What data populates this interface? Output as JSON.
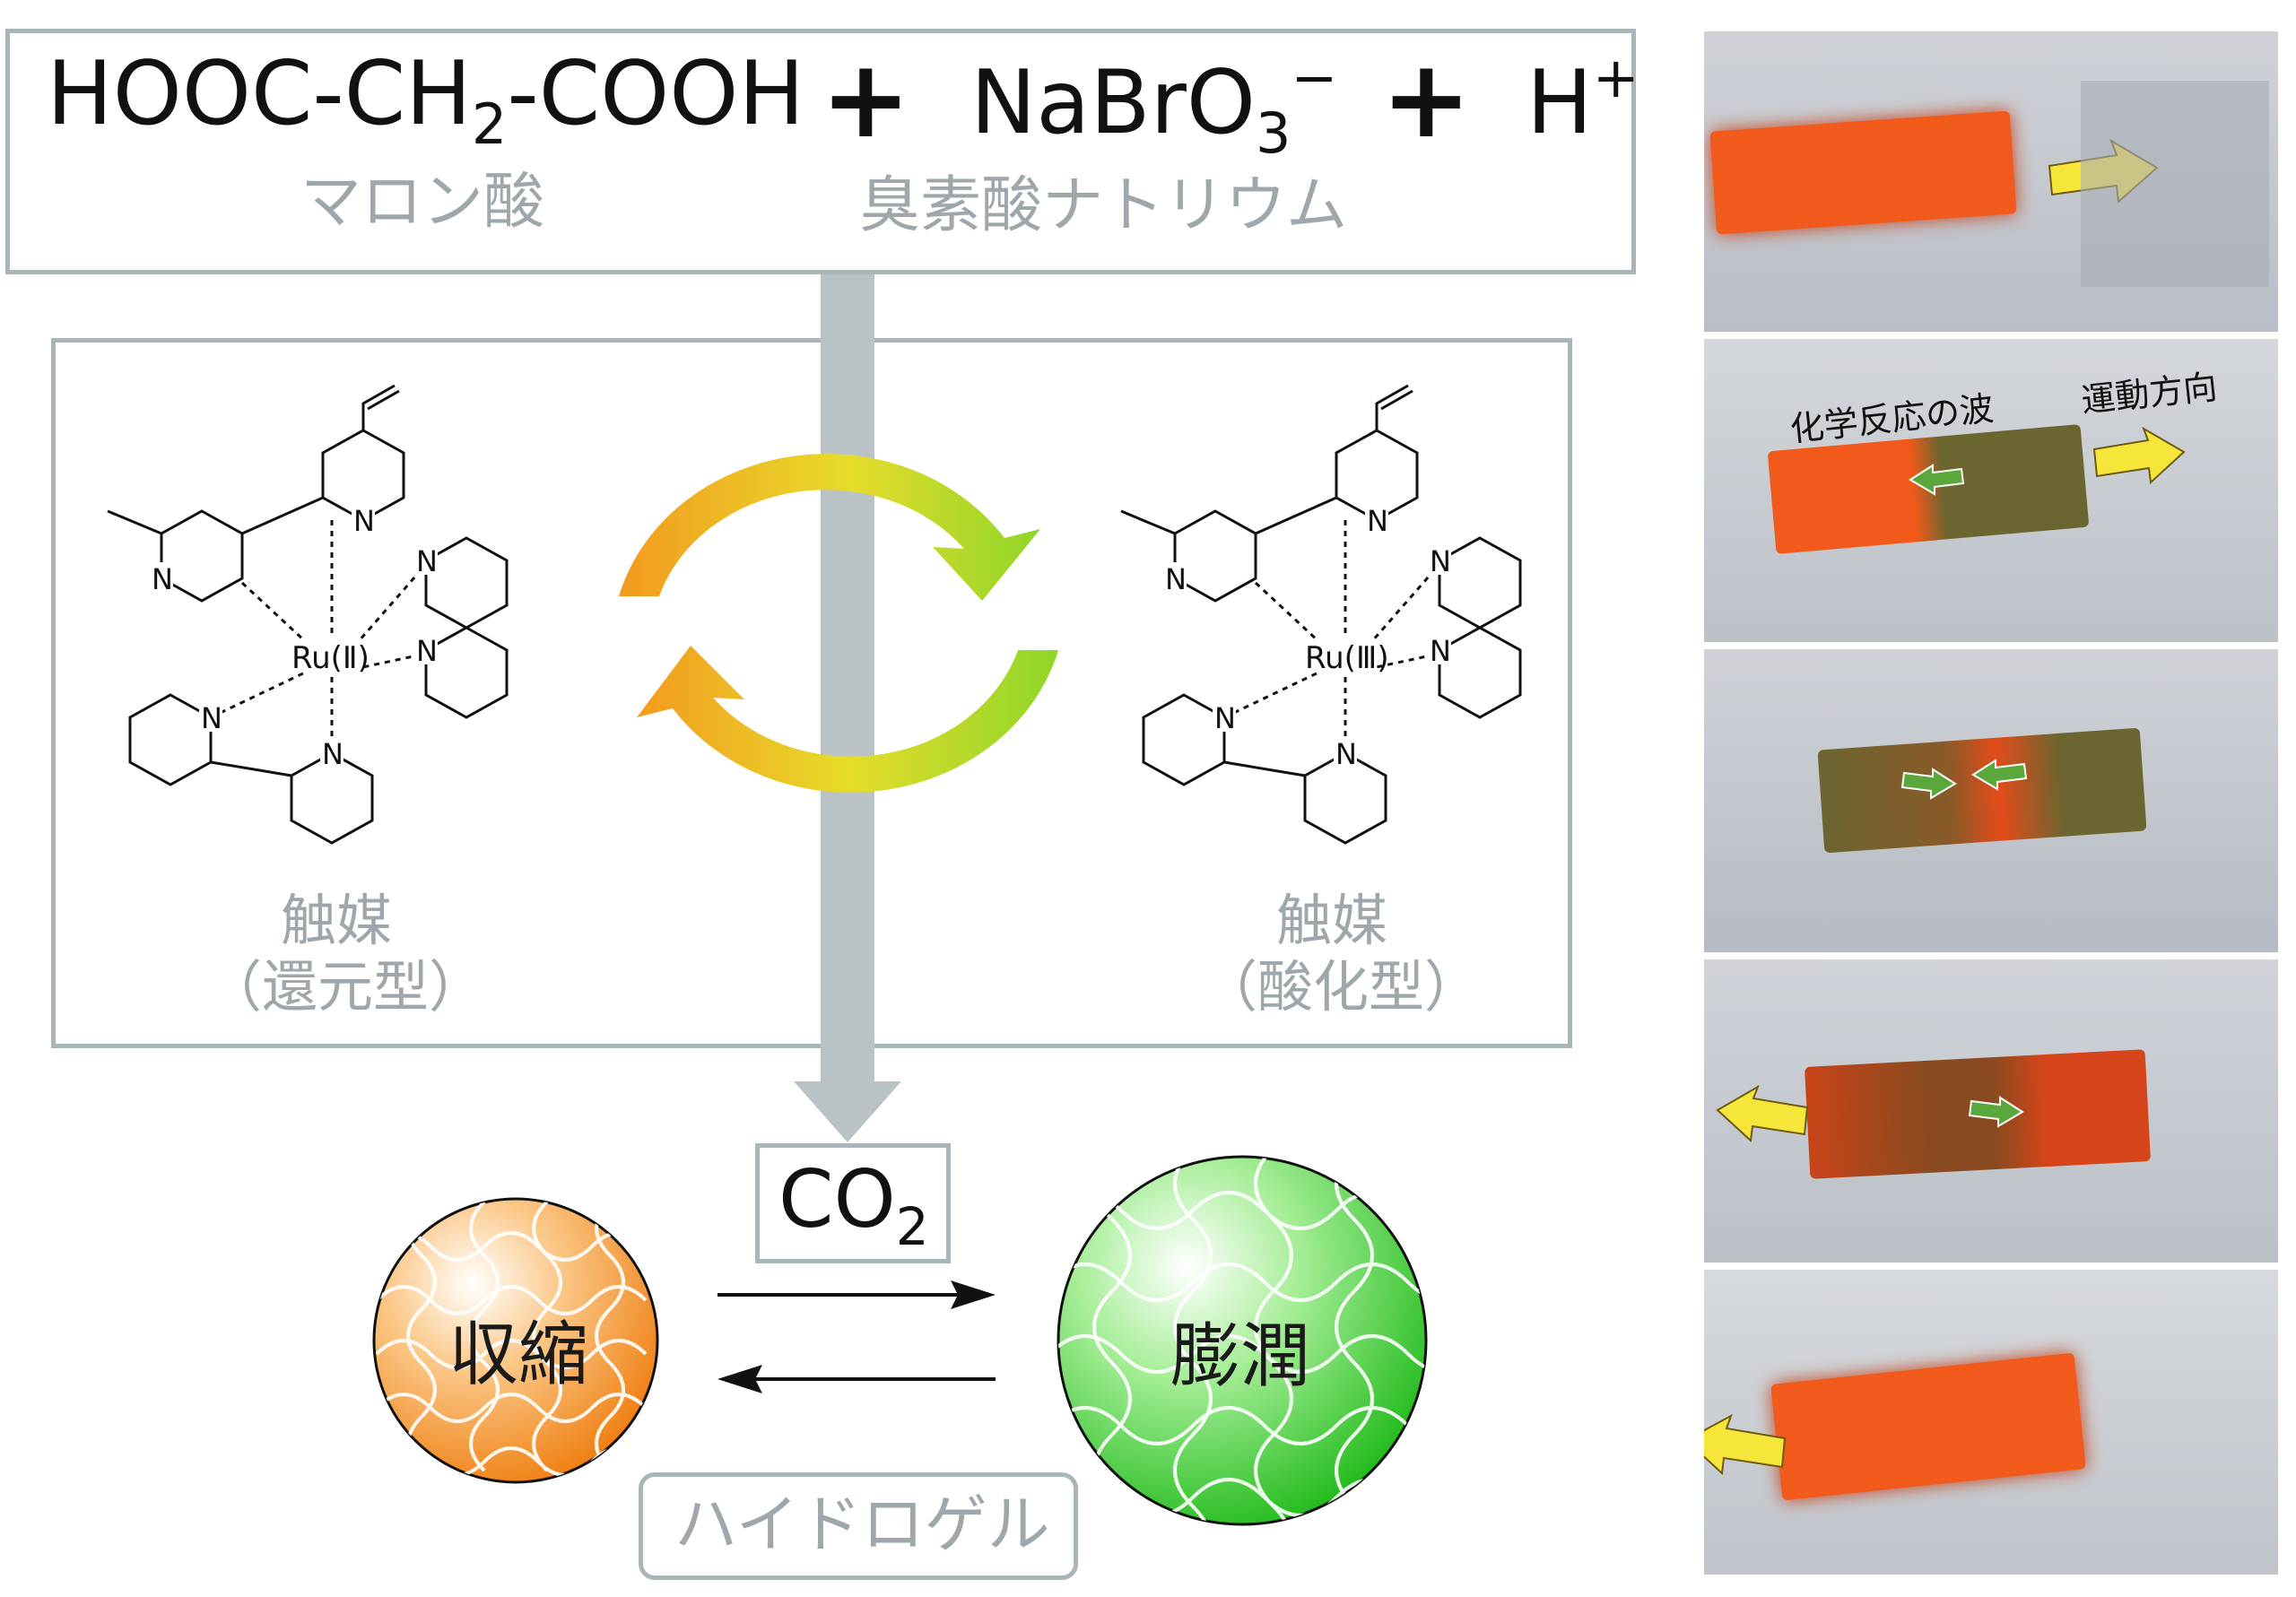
{
  "reaction": {
    "malonic_acid": "HOOC-CH",
    "malonic_sub": "2",
    "malonic_tail": "-COOH",
    "plus1": "+",
    "bromate": "NaBrO",
    "bromate_sub": "3",
    "bromate_sup": "−",
    "plus2": "+",
    "proton": "H",
    "proton_sup": "+",
    "malonic_name": "マロン酸",
    "bromate_name": "臭素酸ナトリウム"
  },
  "catalyst": {
    "reduced_label_1": "触媒",
    "reduced_label_2": "（還元型）",
    "oxidized_label_1": "触媒",
    "oxidized_label_2": "（酸化型）",
    "reduced_metal": "Ru(Ⅱ)",
    "oxidized_metal": "Ru(Ⅲ)",
    "n_label": "N"
  },
  "product": {
    "co2": "CO",
    "co2_sub": "2"
  },
  "hydrogel": {
    "shrink": "収縮",
    "swell": "膨潤",
    "label": "ハイドロゲル"
  },
  "photos": {
    "wave_label": "化学反応の波",
    "direction_label": "運動方向"
  },
  "colors": {
    "frame": "#a9b6b9",
    "orange": "#f28c1e",
    "green": "#37c92c",
    "yellow_arrow": "#f7e63a",
    "green_arrow": "#5aa83b",
    "gray_arrow": "#b9c3c6"
  }
}
